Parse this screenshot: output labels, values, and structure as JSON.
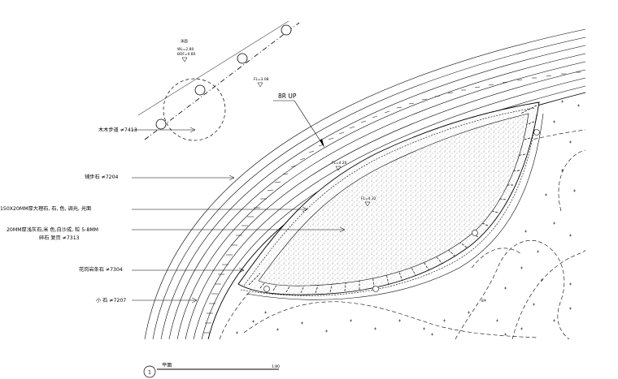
{
  "drawing": {
    "labels": {
      "path_ref": "木木步道 ≠7413",
      "pavers": "铺步石 ≠7204",
      "cobble_spec": "150X20MM厚大理石, 石, 色, 调光, 光面",
      "sand_spec": "20MM厚浅灰石,米 色,白沙成, 粒 5-8MM",
      "sand_spec_sub": "碎石     复页 ≠7313",
      "edge_stone": "花岗岩条石 ≠7304",
      "lawn_ref": "小 石 ≠7207"
    },
    "notes": {
      "top_note_title": "泳面",
      "wl": "WL=2.80",
      "bof": "BOF=0.80",
      "fl_upper": "FL=3.08",
      "step_up": "8R UP",
      "fl_mid": "FL=4.20",
      "fl_inner": "FL=4.32",
      "bed_mark": "8"
    },
    "footer": {
      "number": "1",
      "title": "平面",
      "scale": "1:80"
    }
  }
}
